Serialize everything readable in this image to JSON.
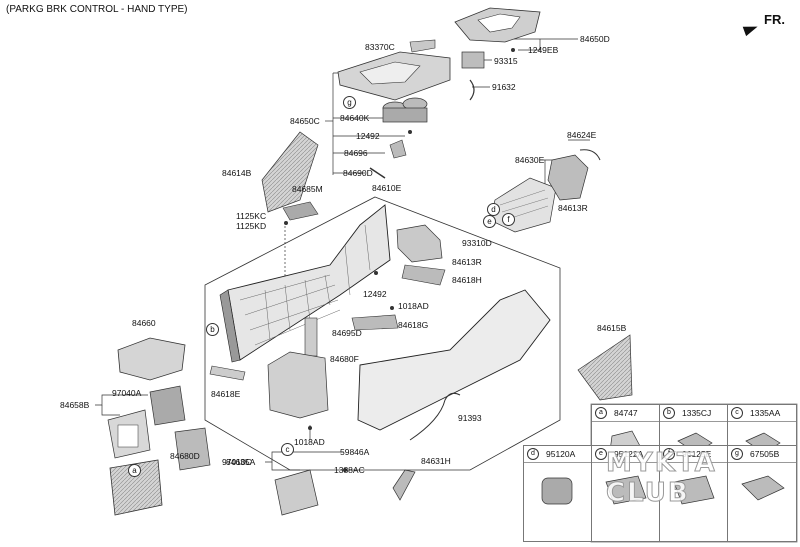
{
  "header": {
    "title": "(PARKG BRK CONTROL - HAND TYPE)",
    "direction": "FR."
  },
  "part_labels": {
    "p83370C": "83370C",
    "p84650D": "84650D",
    "p1249EB": "1249EB",
    "p93315": "93315",
    "p91632": "91632",
    "p84650C": "84650C",
    "p84640K": "84640K",
    "p12492a": "12492",
    "p84696": "84696",
    "p84690D": "84690D",
    "p84614B": "84614B",
    "p84685M": "84685M",
    "p84610E": "84610E",
    "p84624E": "84624E",
    "p84630E": "84630E",
    "p84613Ra": "84613R",
    "p1125KC": "1125KC",
    "p1125KD": "1125KD",
    "p93310D": "93310D",
    "p84613Rb": "84613R",
    "p84618H": "84618H",
    "p12492b": "12492",
    "p1018ADa": "1018AD",
    "p84618G": "84618G",
    "p84695D": "84695D",
    "p84660": "84660",
    "p84615B": "84615B",
    "p84680F": "84680F",
    "p84618E": "84618E",
    "p84658B": "84658B",
    "p97040A": "97040A",
    "p91393": "91393",
    "p1018ADb": "1018AD",
    "p97010C": "97010C",
    "p84680D": "84680D",
    "p59846A": "59846A",
    "p84635A": "84635A",
    "p1338AC": "1338AC",
    "p84631H": "84631H"
  },
  "callouts": {
    "g": "g",
    "b": "b",
    "a": "a",
    "c": "c",
    "d": "d",
    "e": "e",
    "f": "f"
  },
  "legend": [
    {
      "letter": "a",
      "part": "84747"
    },
    {
      "letter": "b",
      "part": "1335CJ"
    },
    {
      "letter": "c",
      "part": "1335AA"
    },
    {
      "letter": "d",
      "part": "95120A"
    },
    {
      "letter": "e",
      "part": "95122A"
    },
    {
      "letter": "f",
      "part": "96125E"
    },
    {
      "letter": "g",
      "part": "67505B"
    }
  ],
  "watermark": "MYKTA CLUB",
  "colors": {
    "part_fill": "#d9d9d9",
    "part_dark": "#9a9a9a",
    "line": "#222222"
  }
}
